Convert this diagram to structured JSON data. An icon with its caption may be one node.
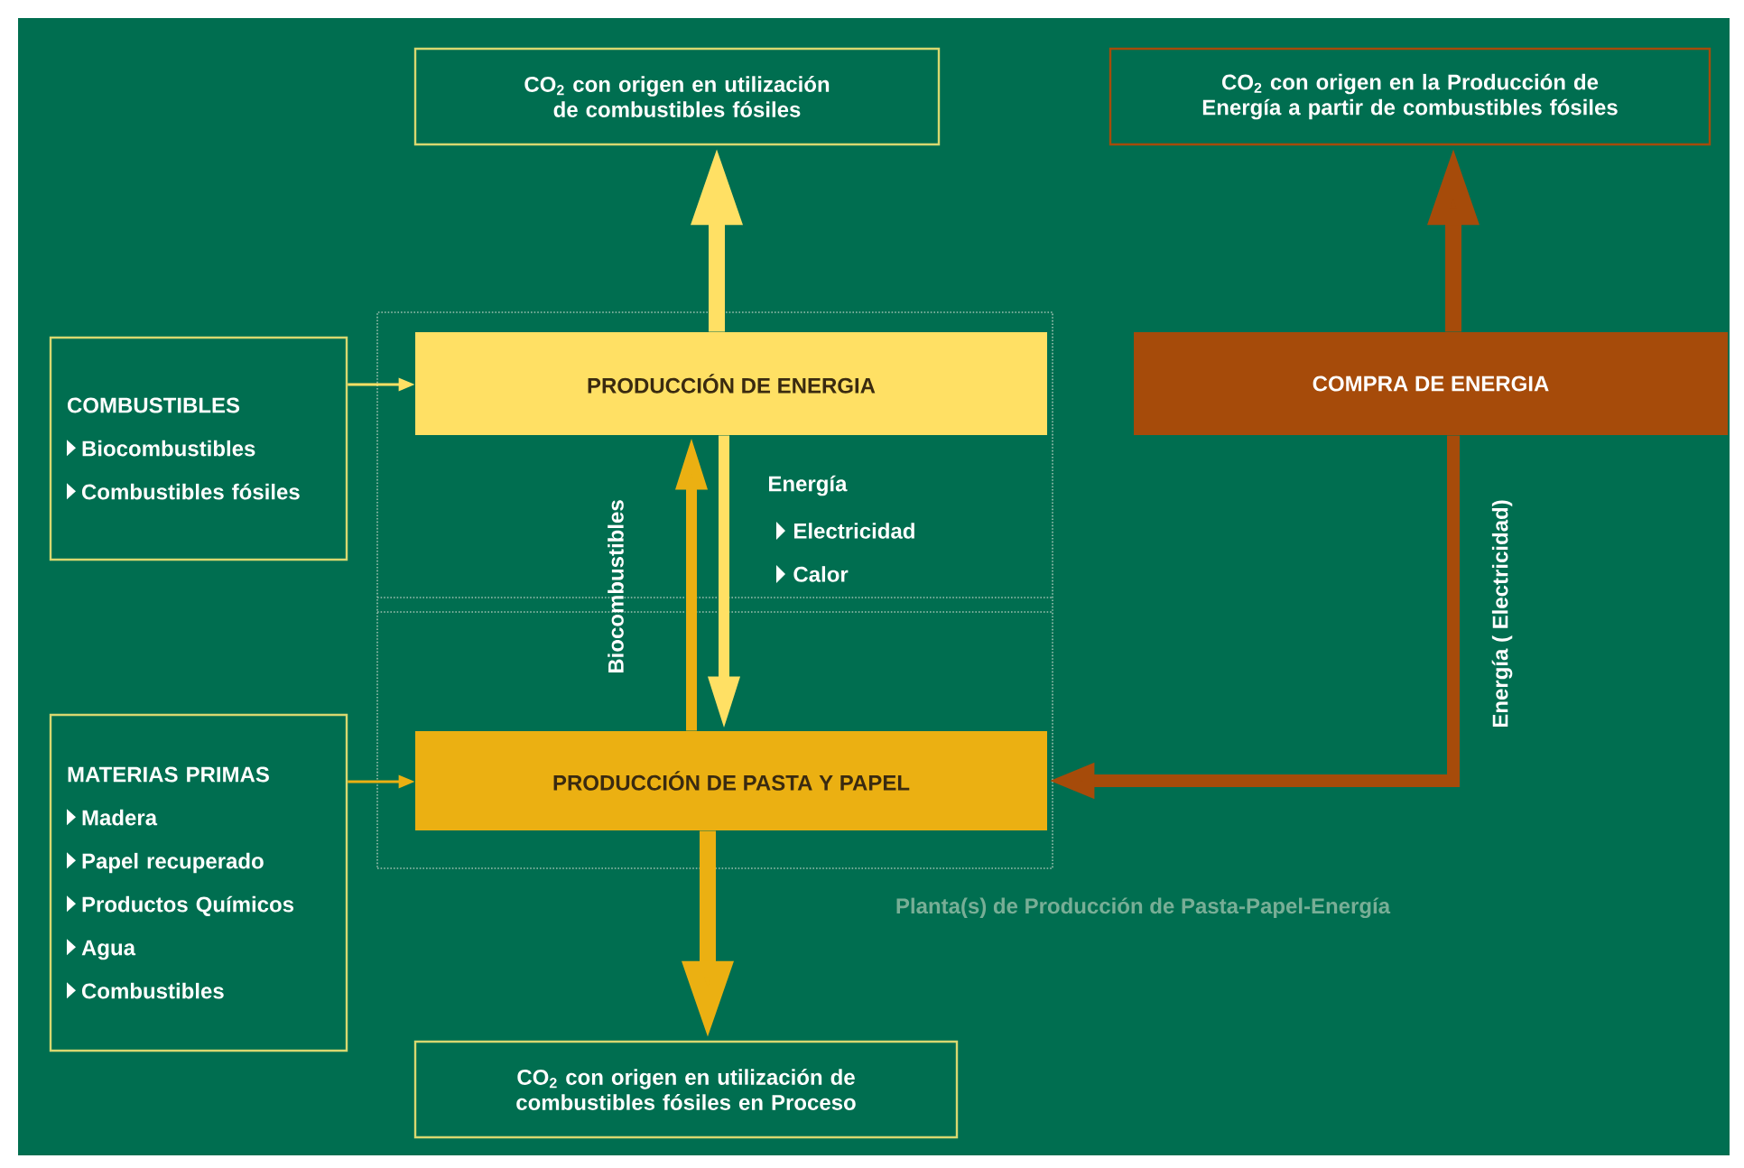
{
  "diagram": {
    "nodes": [
      {
        "text": [
          "CO$_{2}$ con origen en utilización de combustibles fósiles"
        ]
      },
      {
        "text": [
          "CO$_{2}$ con origen en la Producción de Energía a partir de combustibles fósiles"
        ]
      },
      {
        "text": [
          "COMBUSTIBLES",
          "Biocombustibles",
          "Combustibles fósiles"
        ]
      },
      {
        "text": [
          "Planta(s) de Producción de Pasta-Papel-Energía"
        ]
      },
      {
        "text": [
          "PRODUCCIÓN DE ENERGIA"
        ],
        "in": 3
      },
      {
        "text": [
          "COMPRA DE ENERGIA"
        ]
      },
      {
        "text": [
          "MATERIAS PRIMAS",
          "Madera",
          "Papel recuperado",
          "Productos Químicos",
          "Agua",
          "Combustibles"
        ]
      },
      {
        "text": [
          "PRODUCCIÓN DE PASTA Y PAPEL"
        ],
        "in": 3
      },
      {
        "text": [
          "CO$_{2}$ con origen en utilización de combustibles fósiles en Proceso"
        ]
      }
    ],
    "edges": [
      {
        "from": 4,
        "to": 0,
        "arrow": "to",
        "color": "#ffe064"
      },
      {
        "from": 5,
        "to": 1,
        "arrow": "to",
        "color": "#a64b0a"
      },
      {
        "from": 2,
        "to": 4,
        "arrow": "to",
        "color": "#ffe064"
      },
      {
        "from": 4,
        "to": 7,
        "arrow": "to",
        "color": "#ffe064",
        "label": "Energía"
      },
      {
        "from": 7,
        "to": 4,
        "arrow": "to",
        "color": "#ebb012",
        "label": "Biocombustibles"
      },
      {
        "from": 6,
        "to": 7,
        "arrow": "to",
        "color": "#ebb012"
      },
      {
        "from": 7,
        "to": 8,
        "arrow": "to",
        "color": "#ebb012"
      },
      {
        "from": 5,
        "to": 7,
        "arrow": "to",
        "color": "#a64b0a",
        "label": "Energía ( Electricidad)"
      }
    ],
    "labels": [
      "Electricidad",
      "Calor"
    ]
  }
}
